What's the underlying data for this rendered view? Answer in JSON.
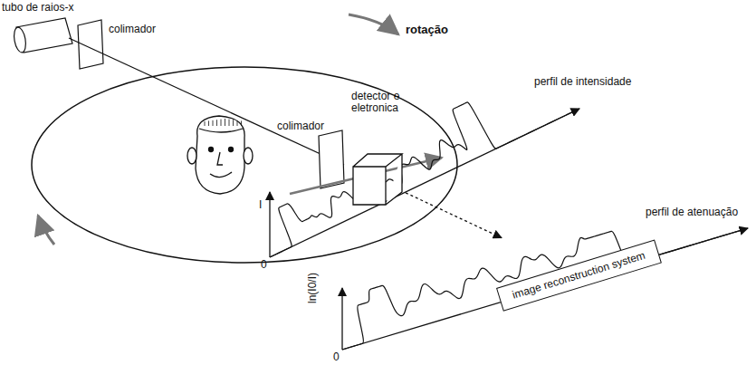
{
  "diagram": {
    "nodes": [
      {
        "text": [
          "tubo de raios-x"
        ]
      },
      {
        "text": [
          "detector e eletronica"
        ]
      },
      {
        "text": [
          "image reconstruction system"
        ]
      }
    ],
    "edges": [
      {
        "from": 1,
        "to": 2,
        "arrow": "to"
      }
    ],
    "labels": [
      "colimador",
      "rotação",
      "colimador",
      "perfil de intensidade",
      "I",
      "0",
      "perfil de atenuação",
      "ln(I0/I)",
      "0"
    ]
  }
}
